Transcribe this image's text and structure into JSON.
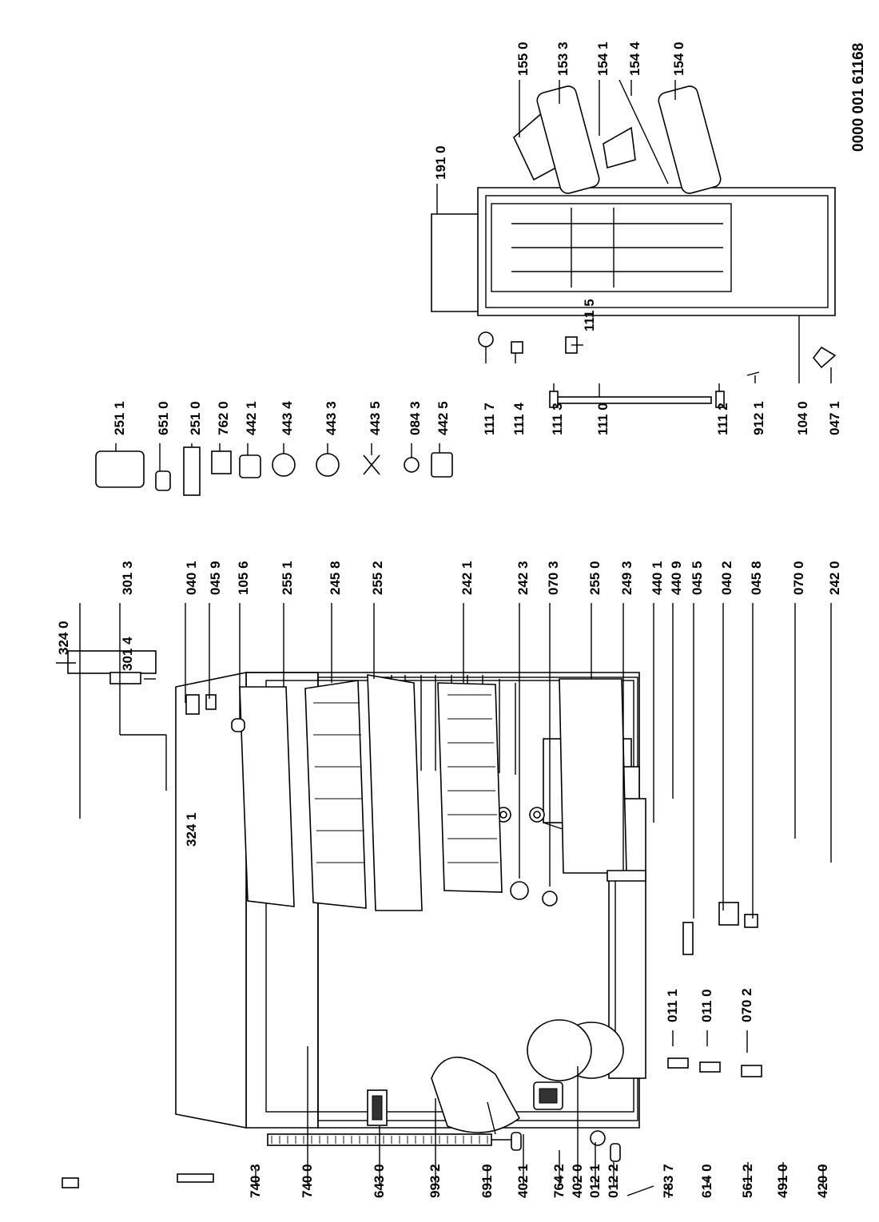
{
  "document_id": "0000 001 61168",
  "labels": [
    {
      "id": "l7403",
      "text": "740 3"
    },
    {
      "id": "l7400",
      "text": "740 0"
    },
    {
      "id": "l6430",
      "text": "643 0"
    },
    {
      "id": "l9932",
      "text": "993 2"
    },
    {
      "id": "l6910",
      "text": "691 0"
    },
    {
      "id": "l4021",
      "text": "402 1"
    },
    {
      "id": "l7642",
      "text": "764 2"
    },
    {
      "id": "l4020",
      "text": "402 0"
    },
    {
      "id": "l0121",
      "text": "012 1"
    },
    {
      "id": "l0122",
      "text": "012 2"
    },
    {
      "id": "l7837",
      "text": "783 7"
    },
    {
      "id": "l6140",
      "text": "614 0"
    },
    {
      "id": "l5612",
      "text": "561 2"
    },
    {
      "id": "l4910",
      "text": "491 0"
    },
    {
      "id": "l4200",
      "text": "420 0"
    },
    {
      "id": "l0111",
      "text": "011 1"
    },
    {
      "id": "l0110",
      "text": "011 0"
    },
    {
      "id": "l0702",
      "text": "070 2"
    },
    {
      "id": "l3240",
      "text": "324 0"
    },
    {
      "id": "l3241",
      "text": "324 1"
    },
    {
      "id": "l3014",
      "text": "301 4"
    },
    {
      "id": "l3013",
      "text": "301 3"
    },
    {
      "id": "l0401",
      "text": "040 1"
    },
    {
      "id": "l0459",
      "text": "045 9"
    },
    {
      "id": "l1056",
      "text": "105 6"
    },
    {
      "id": "l2551",
      "text": "255 1"
    },
    {
      "id": "l2458",
      "text": "245 8"
    },
    {
      "id": "l2552",
      "text": "255 2"
    },
    {
      "id": "l2421",
      "text": "242 1"
    },
    {
      "id": "l2423",
      "text": "242 3"
    },
    {
      "id": "l0703",
      "text": "070 3"
    },
    {
      "id": "l2550",
      "text": "255 0"
    },
    {
      "id": "l2493",
      "text": "249 3"
    },
    {
      "id": "l4401",
      "text": "440 1"
    },
    {
      "id": "l4409",
      "text": "440 9"
    },
    {
      "id": "l0455",
      "text": "045 5"
    },
    {
      "id": "l0402",
      "text": "040 2"
    },
    {
      "id": "l0458",
      "text": "045 8"
    },
    {
      "id": "l0700",
      "text": "070 0"
    },
    {
      "id": "l2420",
      "text": "242 0"
    },
    {
      "id": "l2511a",
      "text": "251 1"
    },
    {
      "id": "l6510",
      "text": "651 0"
    },
    {
      "id": "l2510",
      "text": "251 0"
    },
    {
      "id": "l7620",
      "text": "762 0"
    },
    {
      "id": "l4421",
      "text": "442 1"
    },
    {
      "id": "l4434",
      "text": "443 4"
    },
    {
      "id": "l4433",
      "text": "443 3"
    },
    {
      "id": "l4435",
      "text": "443 5"
    },
    {
      "id": "l0843",
      "text": "084 3"
    },
    {
      "id": "l4425",
      "text": "442 5"
    },
    {
      "id": "l1117",
      "text": "111 7"
    },
    {
      "id": "l1114",
      "text": "111 4"
    },
    {
      "id": "l1113",
      "text": "111 3"
    },
    {
      "id": "l1110",
      "text": "111 0"
    },
    {
      "id": "l1112",
      "text": "111 2"
    },
    {
      "id": "l9121",
      "text": "912 1"
    },
    {
      "id": "l1040",
      "text": "104 0"
    },
    {
      "id": "l0471",
      "text": "047 1"
    },
    {
      "id": "l1115",
      "text": "111 5"
    },
    {
      "id": "l1910",
      "text": "191 0"
    },
    {
      "id": "l1550",
      "text": "155 0"
    },
    {
      "id": "l1533",
      "text": "153 3"
    },
    {
      "id": "l1541",
      "text": "154 1"
    },
    {
      "id": "l1544",
      "text": "154 4"
    },
    {
      "id": "l1540",
      "text": "154 0"
    }
  ]
}
